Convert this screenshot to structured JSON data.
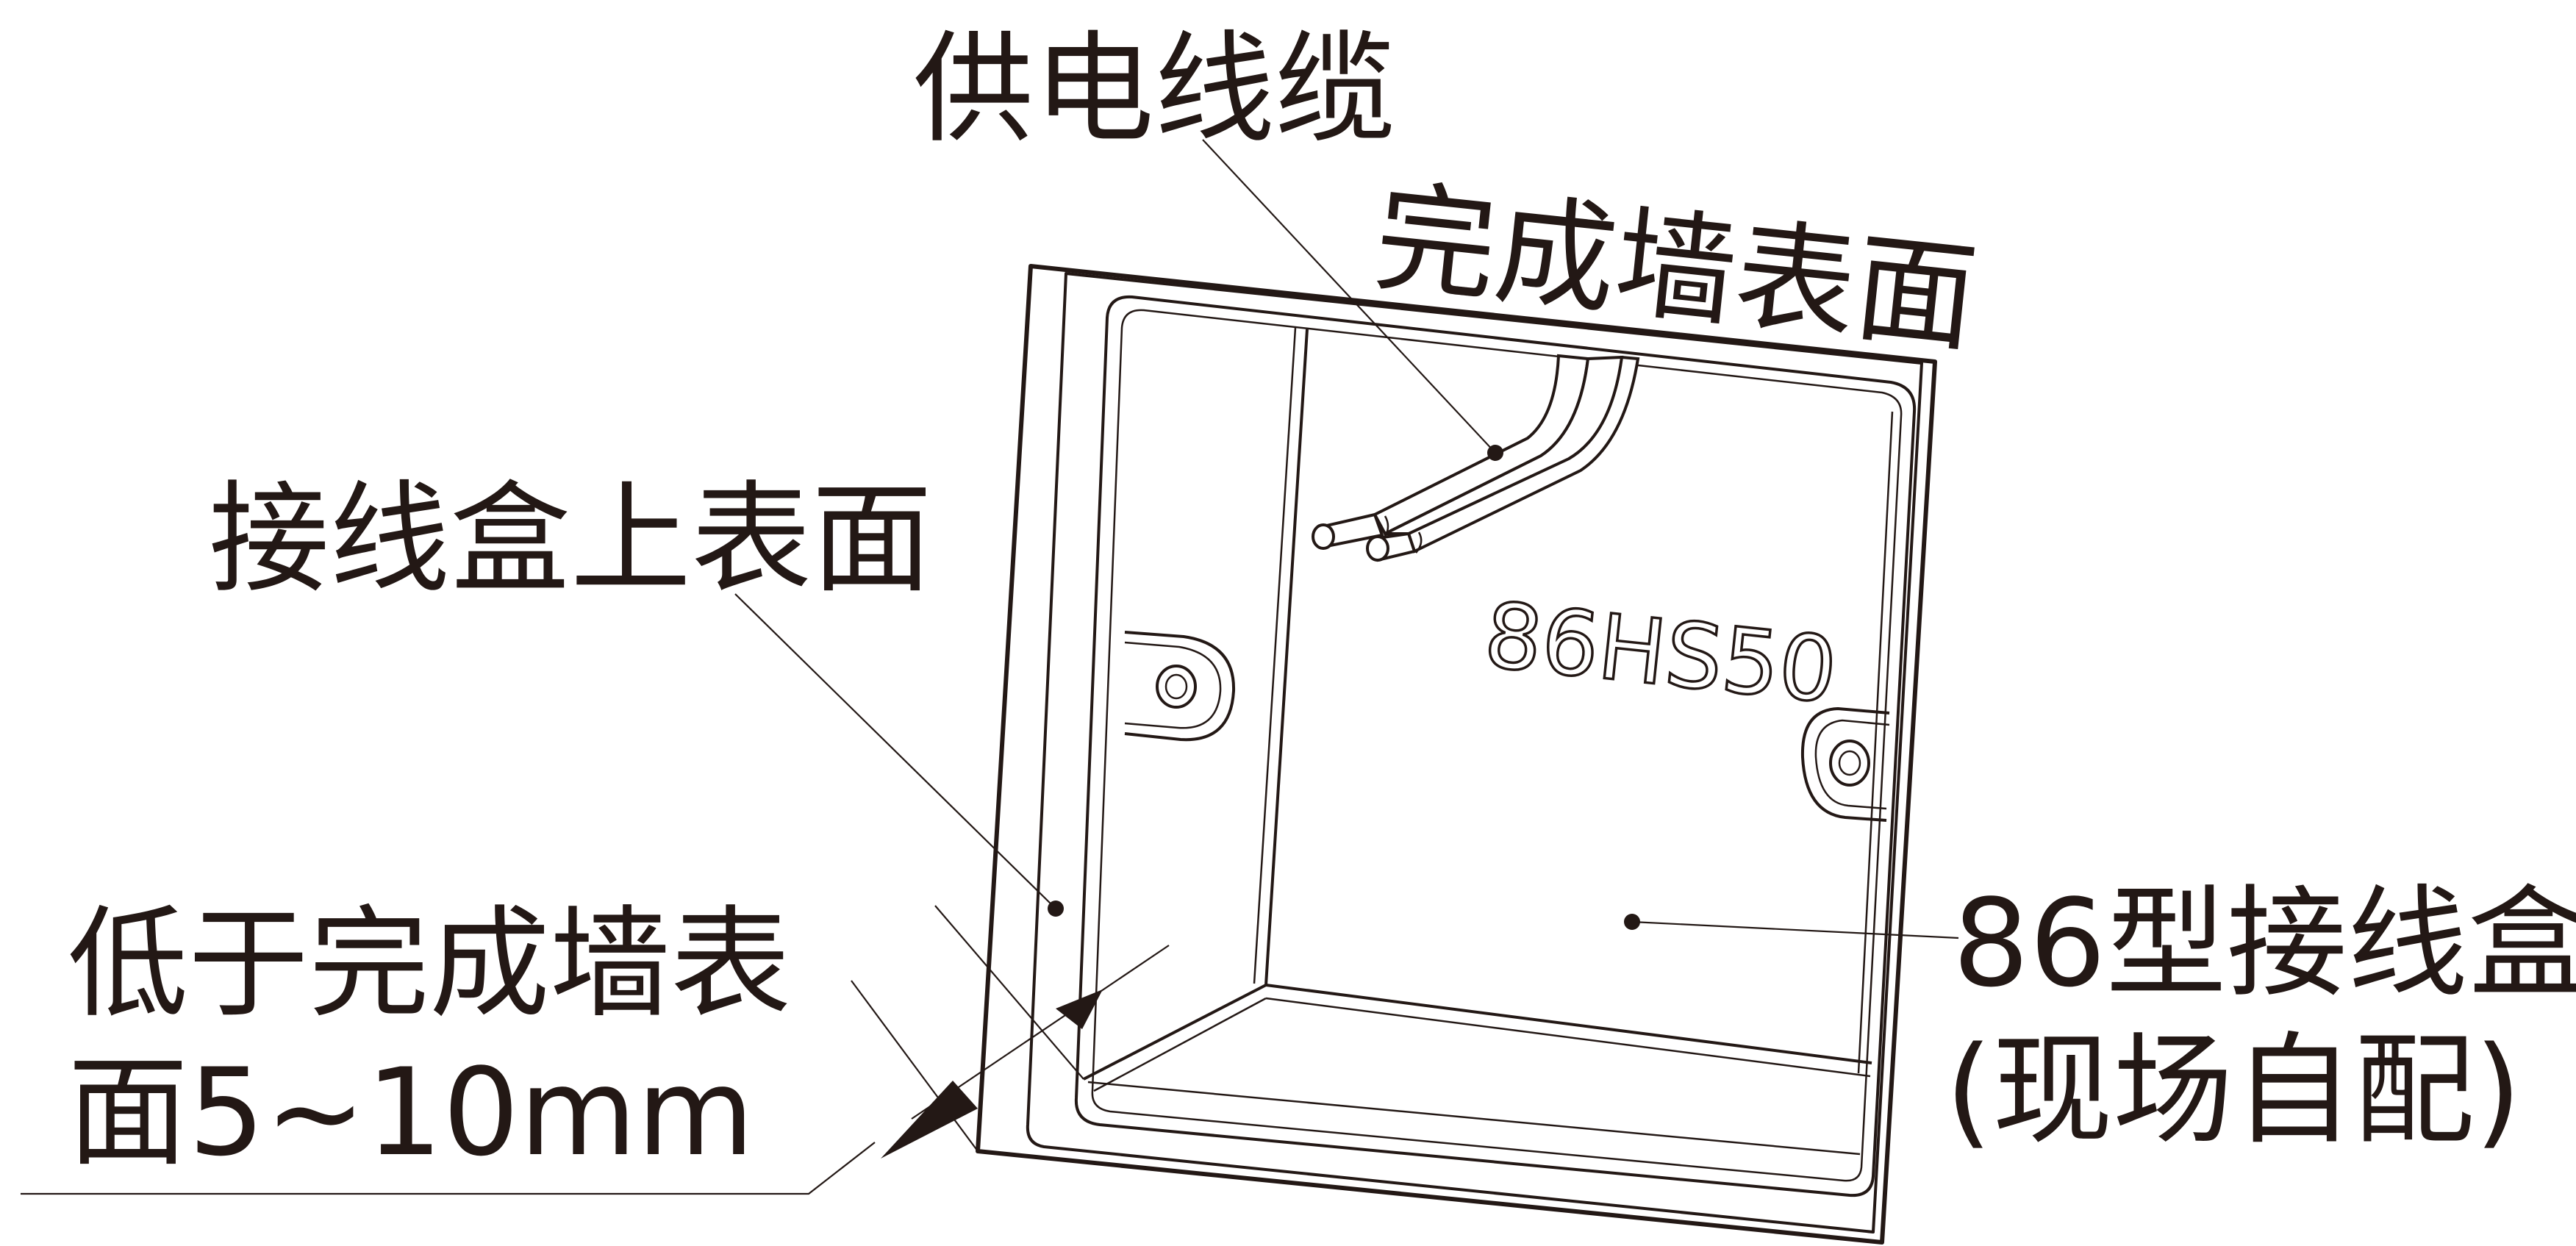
{
  "labels": {
    "supply_cable": "供电线缆",
    "finished_wall_surface": "完成墙表面",
    "box_top_surface": "接线盒上表面",
    "recess_line1": "低于完成墙表",
    "recess_line2": "面5~10mm",
    "box_type_line1": "86型接线盒",
    "box_type_line2": "(现场自配)",
    "box_model_marking": "86HS50"
  },
  "colors": {
    "ink": "#231815",
    "background": "#ffffff"
  }
}
